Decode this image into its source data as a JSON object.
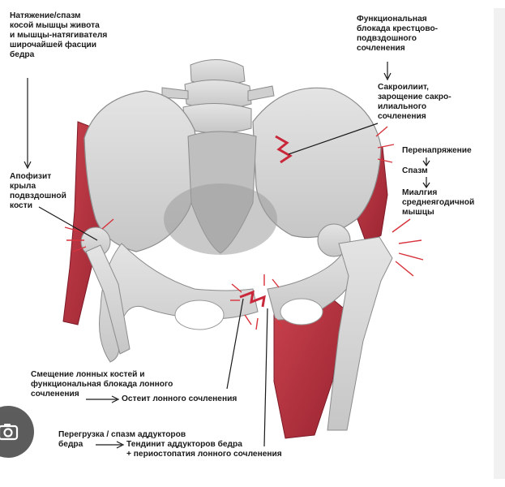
{
  "labels": {
    "tension": "Натяжение/спазм\nкосой мышцы живота\nи мышцы-натягивателя\nширочайшей фасции\nбедра",
    "apophysis": "Апофизит\nкрыла\nподвздошной\nкости",
    "functional_block": "Функциональная\nблокада крестцово-\nподвздошного\nсочленения",
    "sacroiliitis": "Сакроилиит,\nзарощение сакро-\nилиального\nсочленения",
    "overstrain": "Перенапряжение",
    "spasm": "Спазм",
    "myalgia": "Миалгия\nсреднеягодичной\nмышцы",
    "pubic_shift": "Смещение лонных костей и\nфункциональная блокада лонного\nсочленения",
    "osteitis": "Остеит лонного сочленения",
    "adductor_overload": "Перегрузка / спазм аддукторов\nбедра",
    "tendinitis": "Тендинит аддукторов бедра\n+ периостопатия лонного сочленения"
  },
  "colors": {
    "bone": "#d9d9d9",
    "bone_shade": "#a8a8a8",
    "muscle": "#b8323f",
    "pain_rays": "#d8333c",
    "text": "#1a1a1a"
  },
  "icons": [
    "camera-search-icon"
  ]
}
